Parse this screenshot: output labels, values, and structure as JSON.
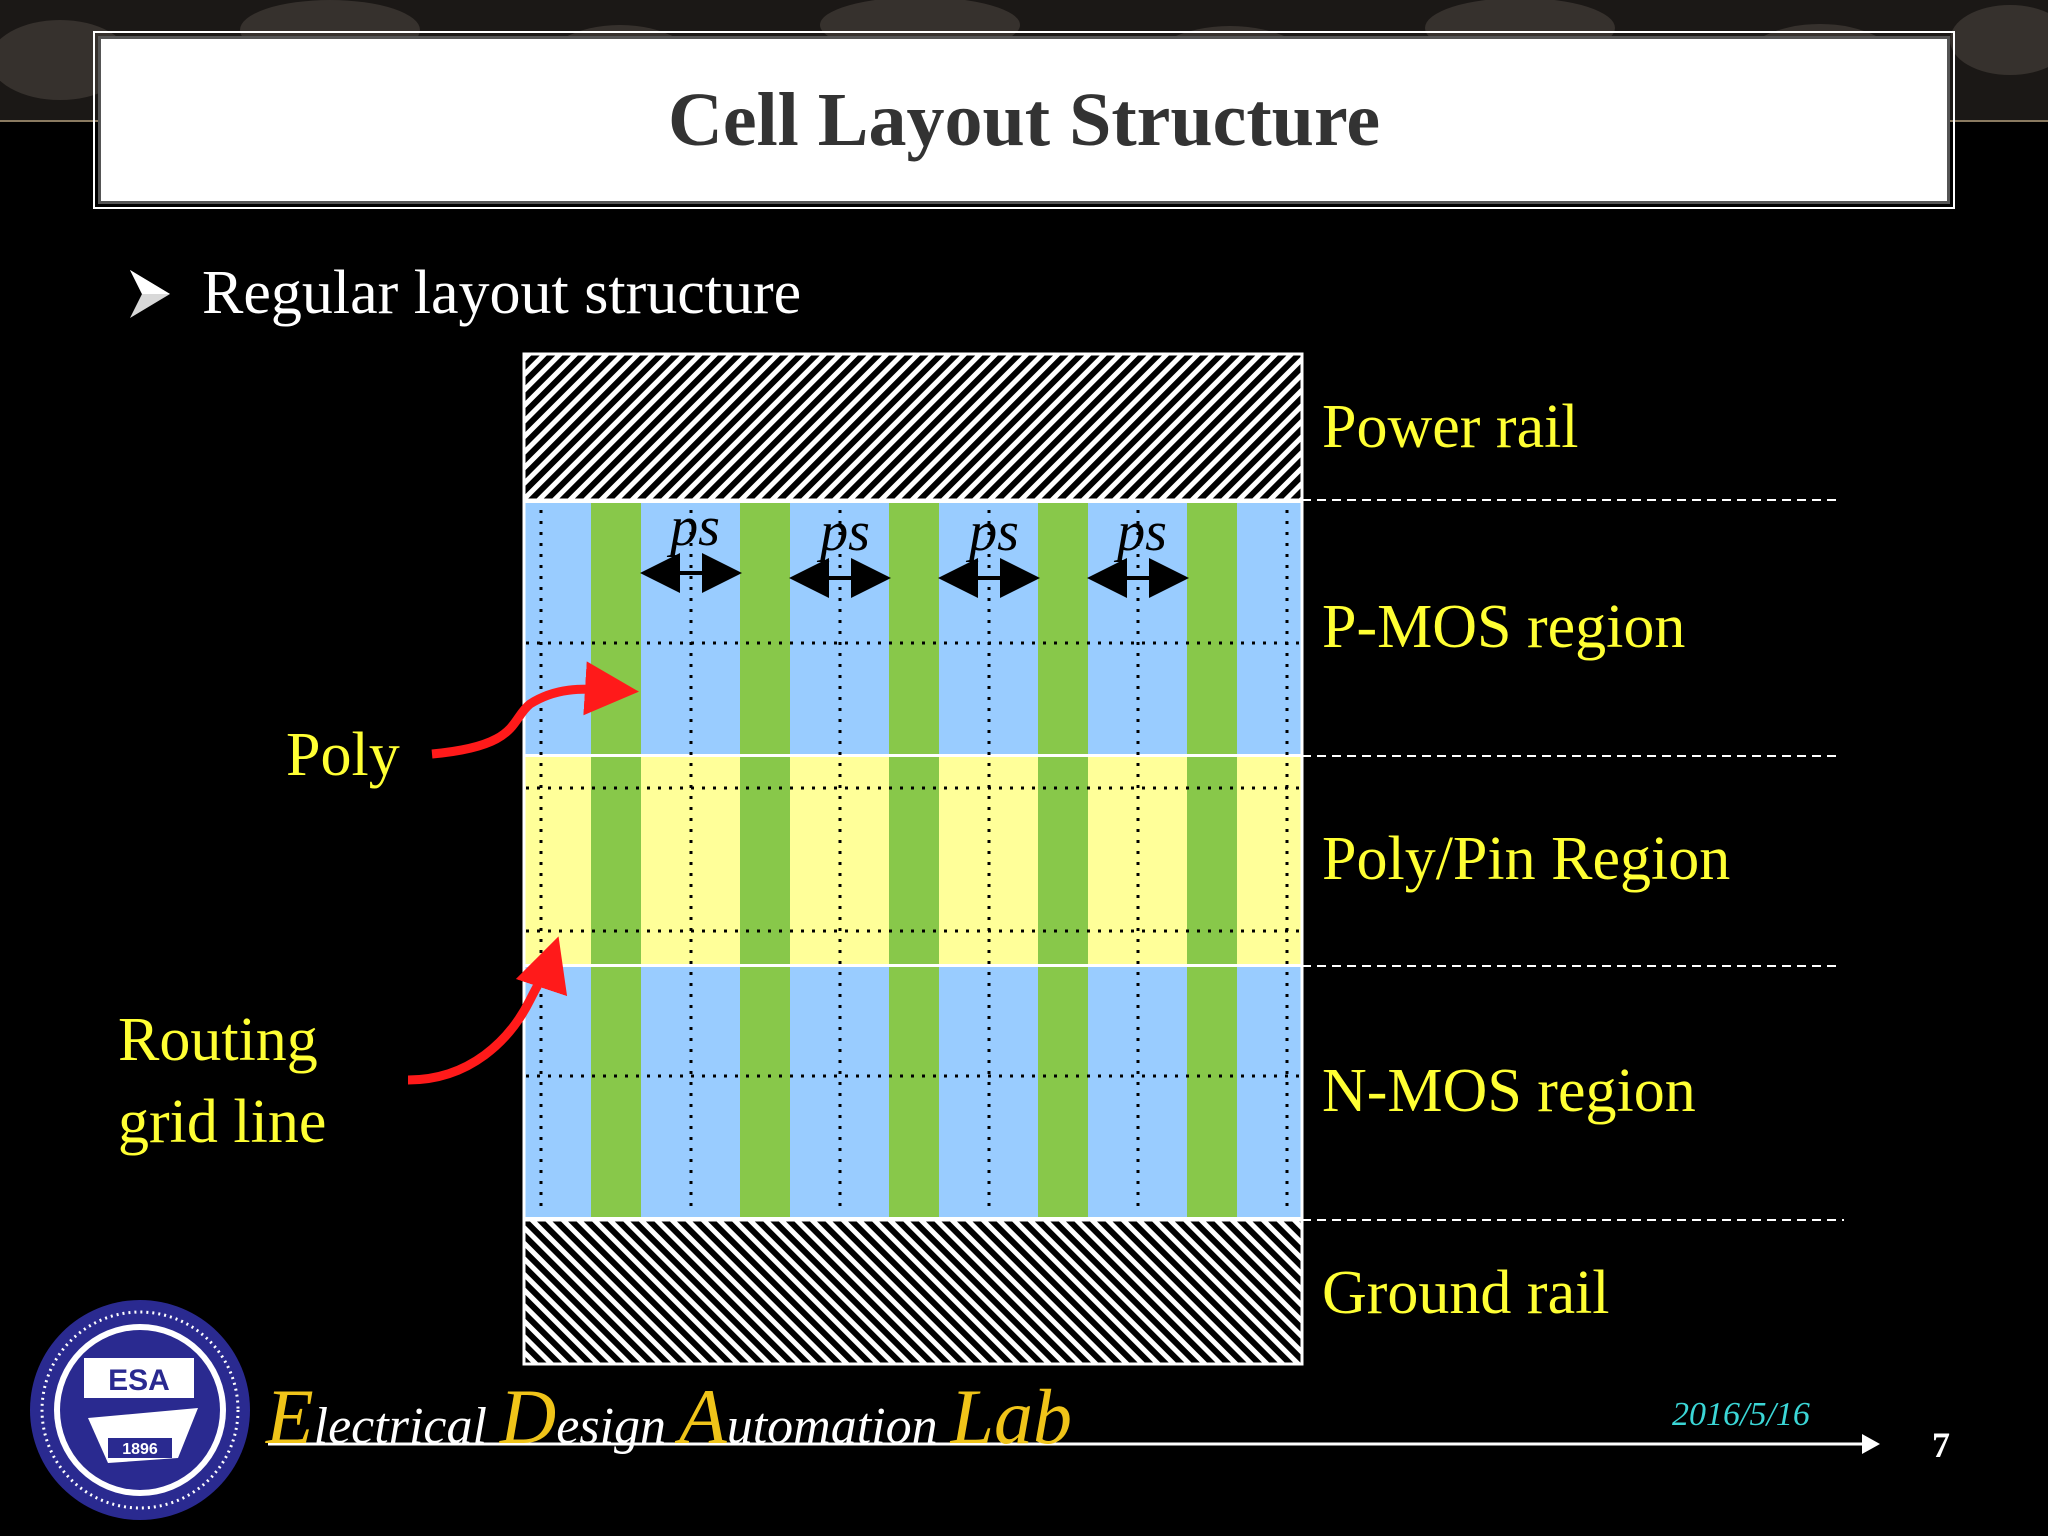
{
  "slide": {
    "title": "Cell Layout Structure",
    "bullet": "Regular layout structure"
  },
  "diagram": {
    "region_labels": {
      "power_rail": "Power rail",
      "pmos": "P-MOS region",
      "poly_pin": "Poly/Pin Region",
      "nmos": "N-MOS region",
      "ground_rail": "Ground rail"
    },
    "pitch_label": "ps",
    "pitch_count": 4,
    "poly_count": 5,
    "annotations": {
      "poly": "Poly",
      "routing_line1": "Routing",
      "routing_line2": "grid line"
    },
    "colors": {
      "diffusion": "#99ccff",
      "pin_region": "#ffff99",
      "poly": "#88c84a",
      "arrow": "#ff1a1a",
      "label": "#ffff33"
    }
  },
  "footer": {
    "lab_E": "E",
    "lab_1": "lectrical ",
    "lab_D": "D",
    "lab_2": "esign ",
    "lab_A": "A",
    "lab_3": "utomation ",
    "lab_L": "Lab",
    "date": "2016/5/16",
    "page": "7",
    "logo_text": "ESA",
    "logo_year": "1896"
  }
}
